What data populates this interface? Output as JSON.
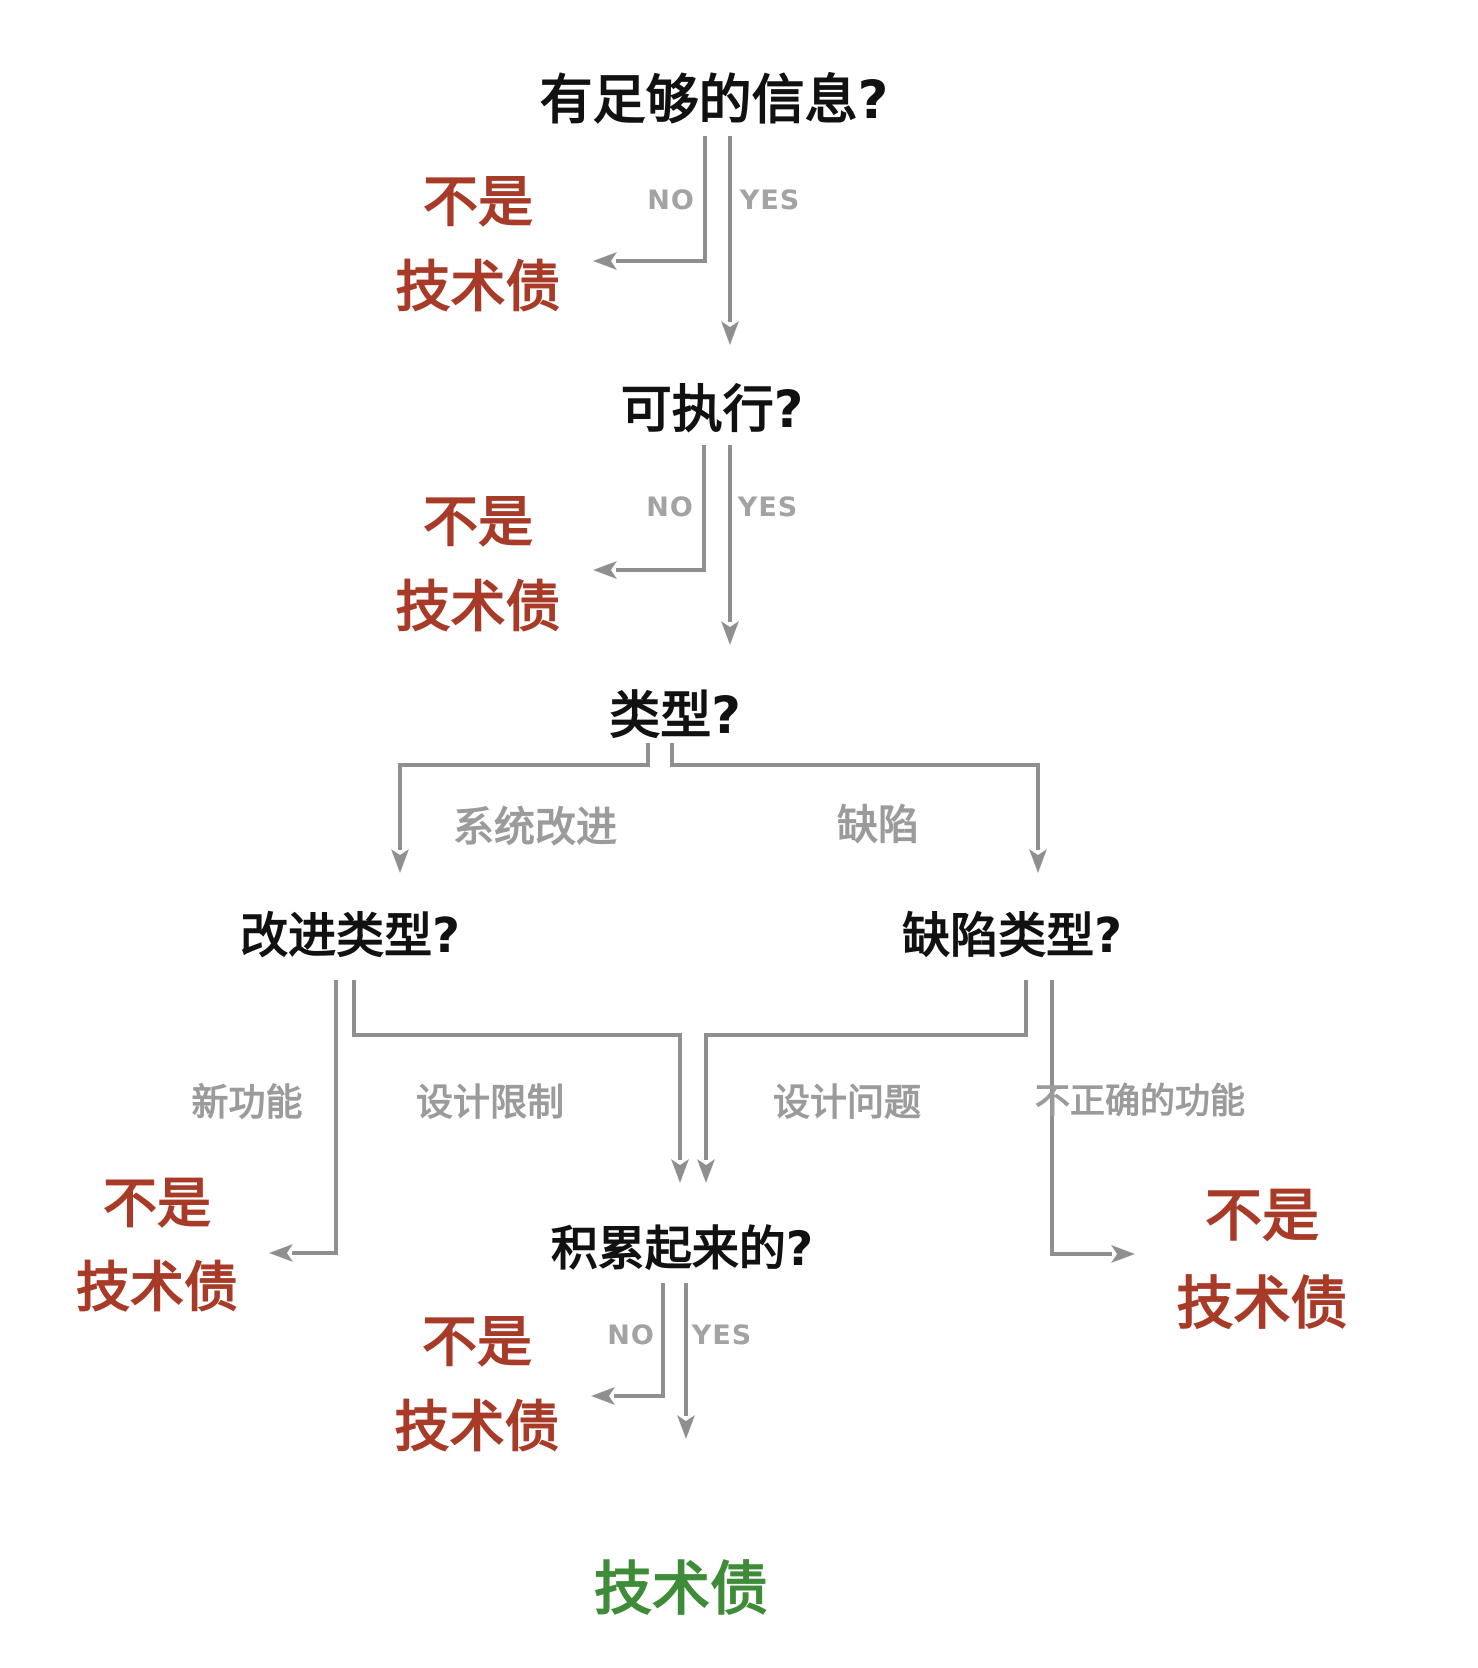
{
  "flowchart": {
    "nodes": {
      "enough_info": {
        "label": "有足够的信息?"
      },
      "actionable": {
        "label": "可执行?"
      },
      "type": {
        "label": "类型?"
      },
      "improvement_type": {
        "label": "改进类型?"
      },
      "defect_type": {
        "label": "缺陷类型?"
      },
      "accumulated": {
        "label": "积累起来的?"
      }
    },
    "edge_labels": {
      "no": "NO",
      "yes": "YES",
      "system_improvement": "系统改进",
      "defect": "缺陷",
      "new_feature": "新功能",
      "design_constraint": "设计限制",
      "design_problem": "设计问题",
      "incorrect_feature": "不正确的功能"
    },
    "outcomes": {
      "not_tech_debt": {
        "line1": "不是",
        "line2": "技术债"
      },
      "tech_debt": {
        "label": "技术债"
      }
    },
    "colors": {
      "node_text": "#111111",
      "connector": "#8f8f8f",
      "edge_label": "#9b9b9b",
      "not_tech_debt": "#a83a28",
      "tech_debt": "#3e8b38",
      "background": "#ffffff"
    }
  }
}
